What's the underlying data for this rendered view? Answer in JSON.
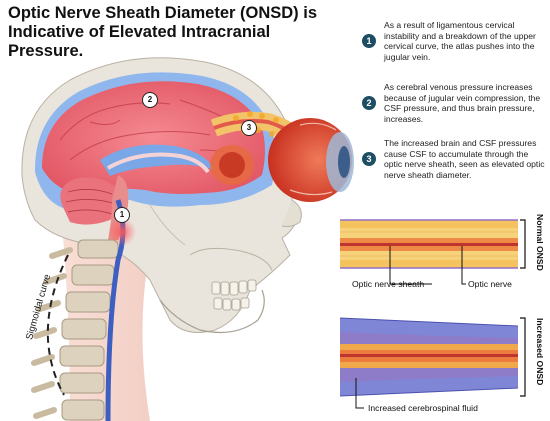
{
  "title": "Optic Nerve Sheath Diameter (ONSD) is Indicative of Elevated Intracranial Pressure.",
  "steps": [
    {
      "num": "1",
      "text": "As a result of ligamentous cervical instability and a breakdown of the upper cervical curve, the atlas pushes into the jugular vein."
    },
    {
      "num": "2",
      "text": "As cerebral venous pressure increases because of jugular vein compression, the CSF pressure, and thus brain pressure, increases."
    },
    {
      "num": "3",
      "text": "The increased brain and CSF pressures cause CSF to accumulate through the optic nerve sheath, seen as elevated optic nerve sheath diameter."
    }
  ],
  "markers": {
    "m1": "1",
    "m2": "2",
    "m3": "3"
  },
  "labels": {
    "normal": "Normal ONSD",
    "increased": "Increased ONSD",
    "sheath": "Optic nerve sheath",
    "nerve": "Optic nerve",
    "csf": "Increased cerebrospinal fluid",
    "curve": "Sigmoidal curve"
  },
  "colors": {
    "accent": "#1d4e63",
    "brain": "#ef6f7a",
    "csf": "#5b8fe0",
    "bone": "#e8e3d8",
    "sheath": "#f2c86c",
    "nerve": "#e2574a"
  }
}
